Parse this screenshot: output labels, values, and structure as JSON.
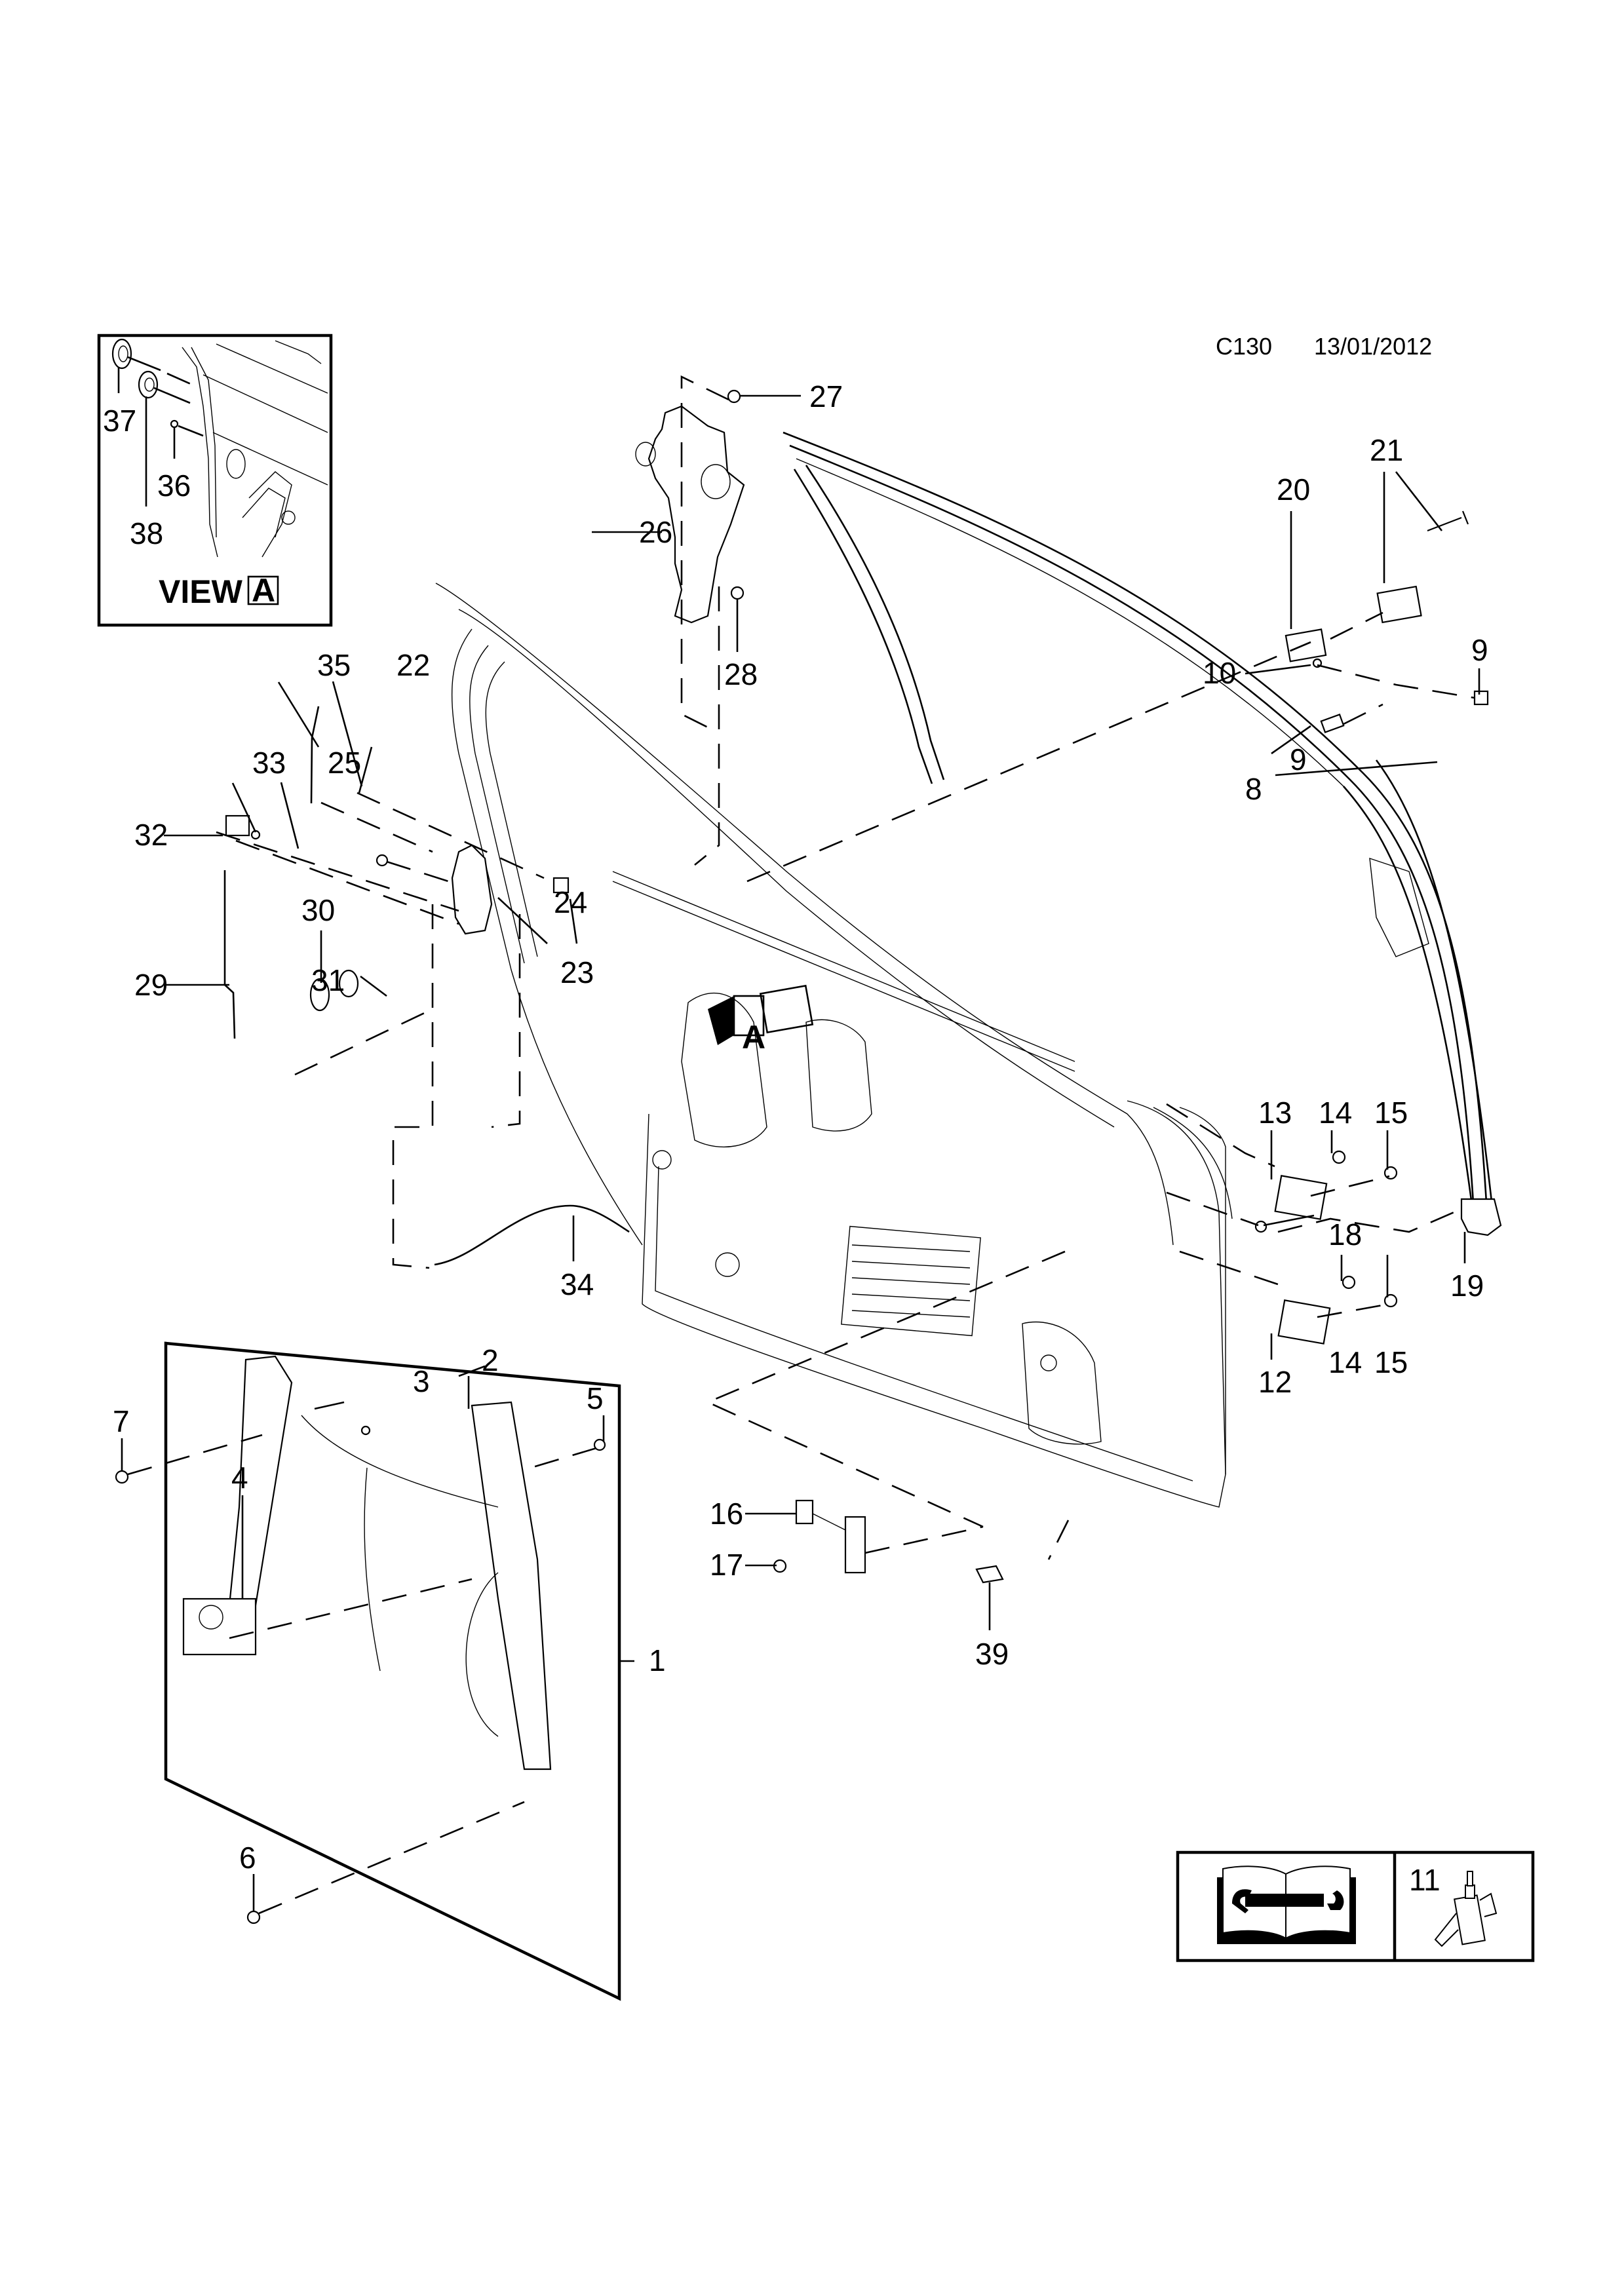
{
  "header": {
    "diagram_code": "C130",
    "date": "13/01/2012"
  },
  "inset_view": {
    "title": "VIEW",
    "view_letter": "A",
    "callouts": [
      "37",
      "38",
      "36"
    ]
  },
  "door_marker": {
    "letter": "A"
  },
  "legend_box": {
    "manual_icon": "repair-manual-wrench-icon",
    "adhesive_ref": "11",
    "adhesive_icon": "adhesive-bottle-icon"
  },
  "callouts": {
    "c1": "1",
    "c2": "2",
    "c3": "3",
    "c4": "4",
    "c5": "5",
    "c6": "6",
    "c7": "7",
    "c8": "8",
    "c9a": "9",
    "c9b": "9",
    "c10": "10",
    "c12": "12",
    "c13": "13",
    "c14a": "14",
    "c14b": "14",
    "c15a": "15",
    "c15b": "15",
    "c16": "16",
    "c17": "17",
    "c18": "18",
    "c19": "19",
    "c20": "20",
    "c21": "21",
    "c22": "22",
    "c23": "23",
    "c24": "24",
    "c25": "25",
    "c26": "26",
    "c27": "27",
    "c28": "28",
    "c29": "29",
    "c30": "30",
    "c31": "31",
    "c32": "32",
    "c33": "33",
    "c34": "34",
    "c35": "35",
    "c39": "39"
  }
}
